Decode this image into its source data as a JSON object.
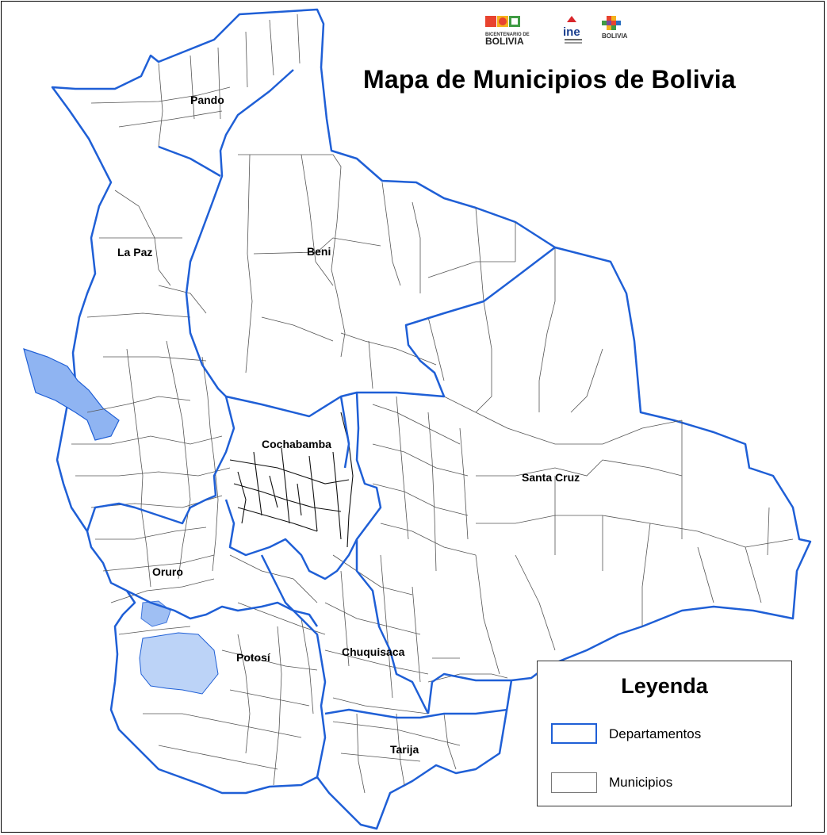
{
  "map": {
    "title": "Mapa de Municipios de Bolivia",
    "departments": [
      {
        "name": "Pando"
      },
      {
        "name": "La Paz"
      },
      {
        "name": "Beni"
      },
      {
        "name": "Cochabamba"
      },
      {
        "name": "Santa Cruz"
      },
      {
        "name": "Oruro"
      },
      {
        "name": "Potosí"
      },
      {
        "name": "Chuquisaca"
      },
      {
        "name": "Tarija"
      }
    ],
    "colors": {
      "department_border": "#1f5fd6",
      "municipality_border": "#555555",
      "water": "#8fb4f2",
      "background": "#ffffff"
    }
  },
  "legend": {
    "title": "Leyenda",
    "items": [
      {
        "label": "Departamentos",
        "style": "department"
      },
      {
        "label": "Municipios",
        "style": "municipality"
      }
    ]
  },
  "logos": {
    "bicentenario_small": "BICENTENARIO DE",
    "bicentenario_big": "BOLIVIA",
    "ine": "ine",
    "estado": "BOLIVIA"
  }
}
